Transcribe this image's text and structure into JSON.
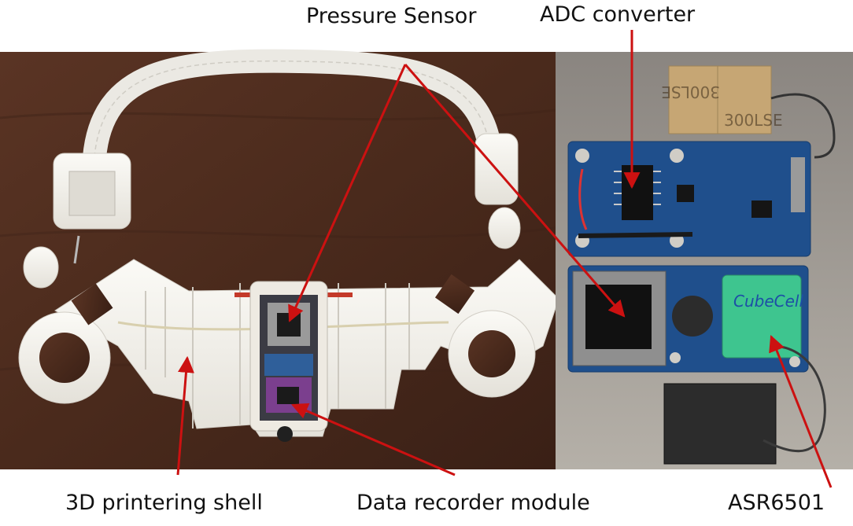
{
  "labels": {
    "pressure_sensor": "Pressure Sensor",
    "adc_converter": "ADC converter",
    "shell": "3D printering shell",
    "data_recorder": "Data recorder module",
    "chip": "ASR6501"
  },
  "board_text": {
    "cubecell": "CubeCell",
    "tape_text": "300LSE"
  },
  "colors": {
    "annotation_arrow": "#cc1111",
    "wood_background": "#4a2a1c",
    "pcb_blue": "#1f4f8c",
    "printed_plastic": "#f3f1ec"
  }
}
